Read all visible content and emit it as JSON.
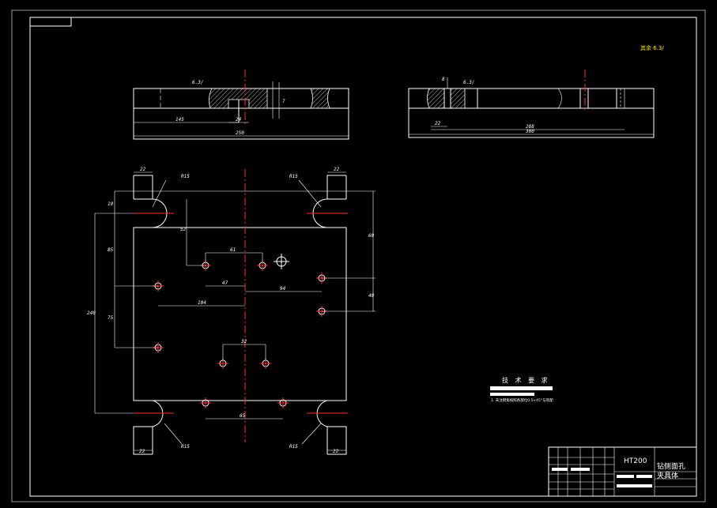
{
  "sheet": {
    "roughness_note": "其余 6.3/"
  },
  "top_view_left": {
    "roughness": "6.3/",
    "dim_left": "145",
    "dim_slot": "24",
    "dim_total": "250",
    "dim_height": "7"
  },
  "top_view_right": {
    "roughness": "6.3/",
    "dim_slot": "8",
    "dim_left": "22",
    "dim_inner": "288",
    "dim_total": "300"
  },
  "plan_view": {
    "dim_top_left": "22",
    "dim_top_right": "22",
    "dim_r_top_left": "R15",
    "dim_r_top_right": "R15",
    "dim_r_bottom_left": "R15",
    "dim_r_bottom_right": "R15",
    "dim_bottom_left": "22",
    "dim_bottom_right": "22",
    "dim_19": "19",
    "dim_52": "52",
    "dim_85": "85",
    "dim_240": "240",
    "dim_75": "75",
    "dim_61": "61",
    "dim_47": "47",
    "dim_94": "94",
    "dim_104": "104",
    "dim_32": "32",
    "dim_65": "65",
    "dim_40": "40",
    "dim_60": "60"
  },
  "technical_requirements": {
    "title": "技 术 要 求",
    "note": "1. 未注倒角按照各部位0.5×45°与装配"
  },
  "title_block": {
    "material": "HT200",
    "part_name_line1": "钻侧面孔",
    "part_name_line2": "夹具体"
  }
}
